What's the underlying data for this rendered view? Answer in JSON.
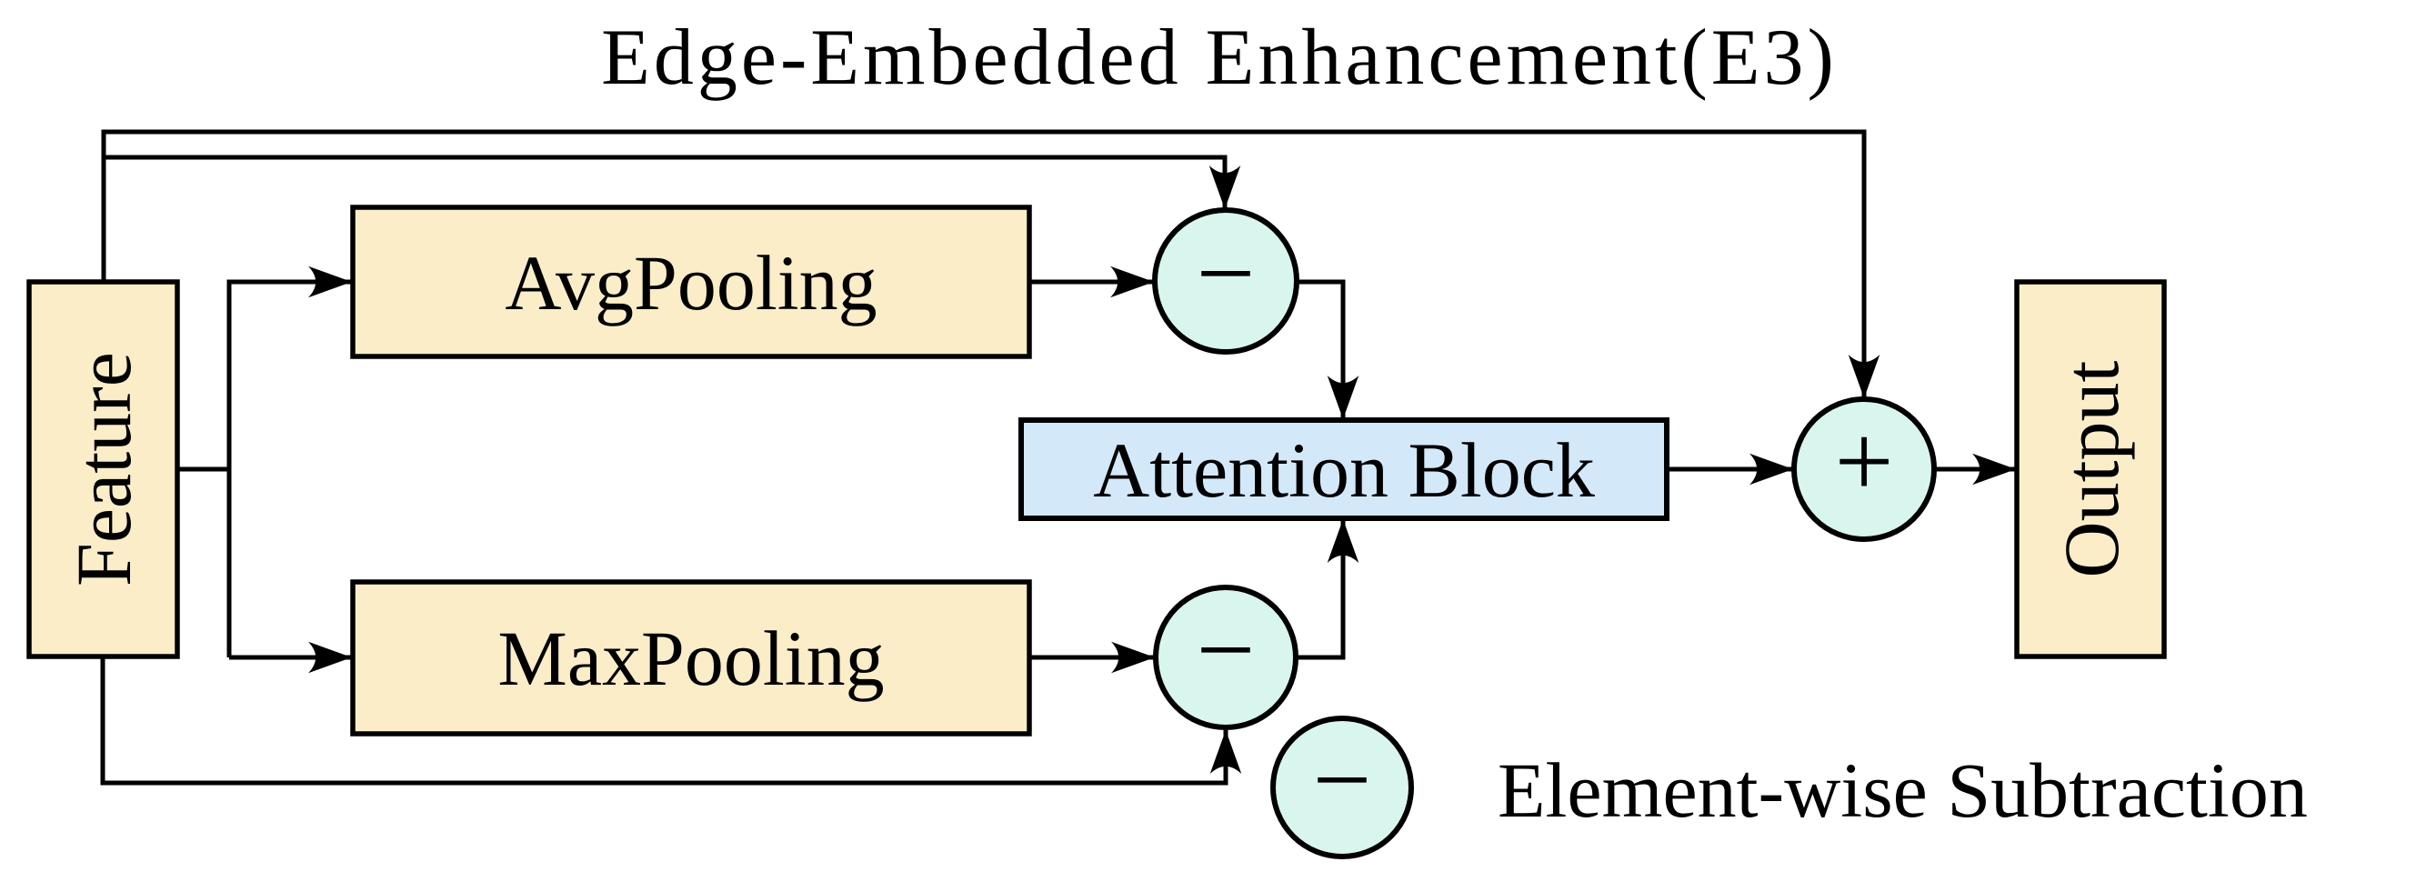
{
  "title": {
    "text": "Edge-Embedded Enhancement(E3)"
  },
  "nodes": {
    "feature": {
      "label": "Feature"
    },
    "avg_pooling": {
      "label": "AvgPooling"
    },
    "max_pooling": {
      "label": "MaxPooling"
    },
    "attention_block": {
      "label": "Attention Block"
    },
    "output": {
      "label": "Output"
    }
  },
  "operators": {
    "subtract_top": {
      "symbol": "−"
    },
    "subtract_bottom": {
      "symbol": "−"
    },
    "add": {
      "symbol": "+"
    }
  },
  "legend": {
    "symbol": "−",
    "label": "Element-wise Subtraction"
  },
  "colors": {
    "node_fill": "#FAEDC8",
    "operator_fill": "#D9F6EE",
    "attention_fill": "#D3E9FA",
    "line": "#000000",
    "background": "#FFFFFF"
  }
}
